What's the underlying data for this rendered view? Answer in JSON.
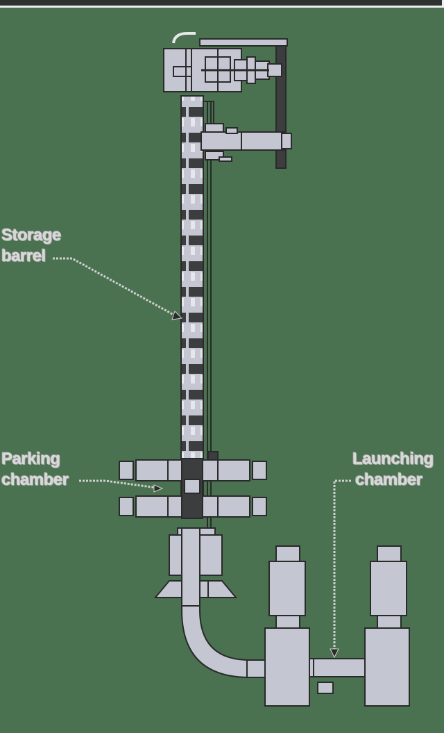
{
  "diagram": {
    "background_color": "#4a7250",
    "part_fill_color": "#c4c6d2",
    "outline_color": "#2a2a2a",
    "labels": {
      "storage_barrel": {
        "line1": "Storage",
        "line2": "barrel"
      },
      "parking_chamber": {
        "line1": "Parking",
        "line2": "chamber"
      },
      "launching_chamber": {
        "line1": "Launching",
        "line2": "chamber"
      }
    }
  }
}
